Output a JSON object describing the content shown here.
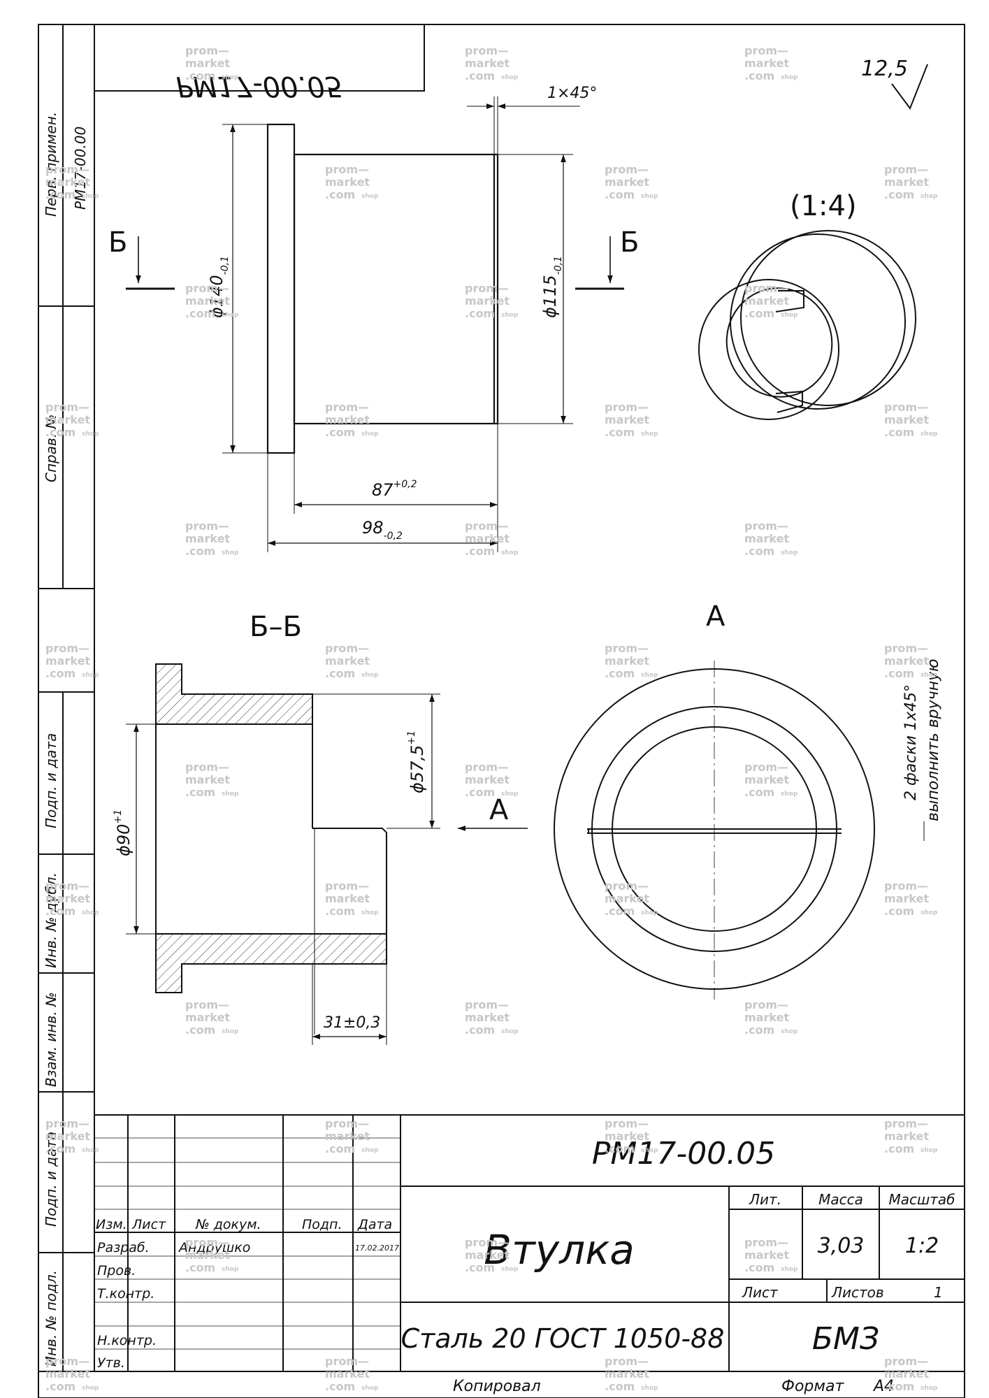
{
  "drawing": {
    "mirrored_code": "РМ17-00.05",
    "roughness": "12,5",
    "chamfer": "1×45°",
    "section_letter": "Б",
    "section_title": "Б–Б",
    "view_letter": "А",
    "scale_note": "(1:4)",
    "dims": {
      "d140": "ϕ140",
      "d140_tol": "-0,1",
      "d115": "ϕ115",
      "d115_tol": "-0,1",
      "len87": "87",
      "len87_tol": "+0,2",
      "len98": "98",
      "len98_tol": "-0,2",
      "d57": "ϕ57,5",
      "d57_tol": "+1",
      "d90": "ϕ90",
      "d90_tol": "+1",
      "len31": "31±0,3"
    },
    "note_line1": "2 фаски 1х45°",
    "note_line2": "выполнить вручную"
  },
  "left_strip": {
    "perv_primen": "Перв. примен.",
    "perv_primen_value": "РМ17-00.00",
    "sprav_no": "Справ. №",
    "podp_data": "Подп. и дата",
    "inv_dubl": "Инв. № дубл.",
    "vzam_inv": "Взам. инв. №",
    "inv_podl": "Инв. № подл."
  },
  "title_block": {
    "designation": "РМ17-00.05",
    "name": "Втулка",
    "material": "Сталь 20  ГОСТ 1050-88",
    "company": "БМЗ",
    "columns": {
      "izm": "Изм.",
      "list": "Лист",
      "n_dokum": "№ докум.",
      "podp": "Подп.",
      "data": "Дата"
    },
    "roles": {
      "razrab": "Разраб.",
      "prov": "Пров.",
      "tkontr": "Т.контр.",
      "nkontr": "Н.контр.",
      "utv": "Утв."
    },
    "developer": "Андрушко",
    "date": "17.02.2017",
    "lit_label": "Лит.",
    "massa_label": "Масса",
    "masshtab_label": "Масштаб",
    "massa": "3,03",
    "masshtab": "1:2",
    "list_label": "Лист",
    "listov_label": "Листов",
    "listov": "1"
  },
  "footer": {
    "kopiroval": "Копировал",
    "format_label": "Формат",
    "format": "А4"
  },
  "watermark": {
    "line1": "prom—",
    "line2": "market",
    "line3": ".com",
    "line4": "shop"
  }
}
